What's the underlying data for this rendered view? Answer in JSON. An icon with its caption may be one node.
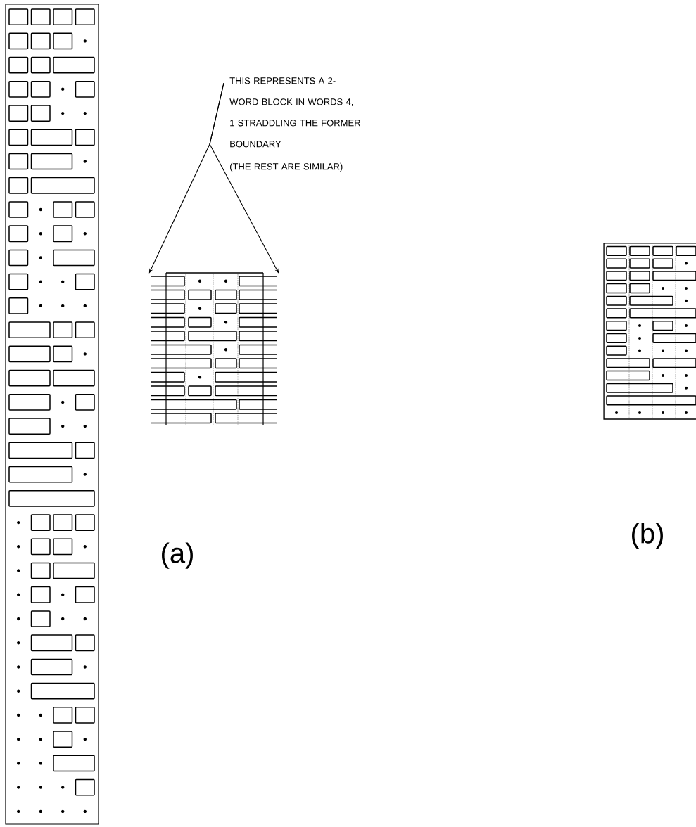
{
  "diagram": {
    "nodes": [
      {
        "text": [
          "THIS REPRESENTS A 2-WORD BLOCK IN WORDS 4, 1 STRADDLING THE FORMER BOUNDARY",
          "(THE REST ARE SIMILAR)"
        ]
      },
      {
        "text": [],
        "shape": "box"
      },
      {
        "text": [],
        "shape": "box"
      }
    ],
    "edges": [
      {
        "from": 0,
        "to": 1,
        "arrow": "to"
      },
      {
        "from": 0,
        "to": 2,
        "arrow": "to"
      }
    ],
    "labels": [
      "(a)",
      "(b)"
    ]
  }
}
